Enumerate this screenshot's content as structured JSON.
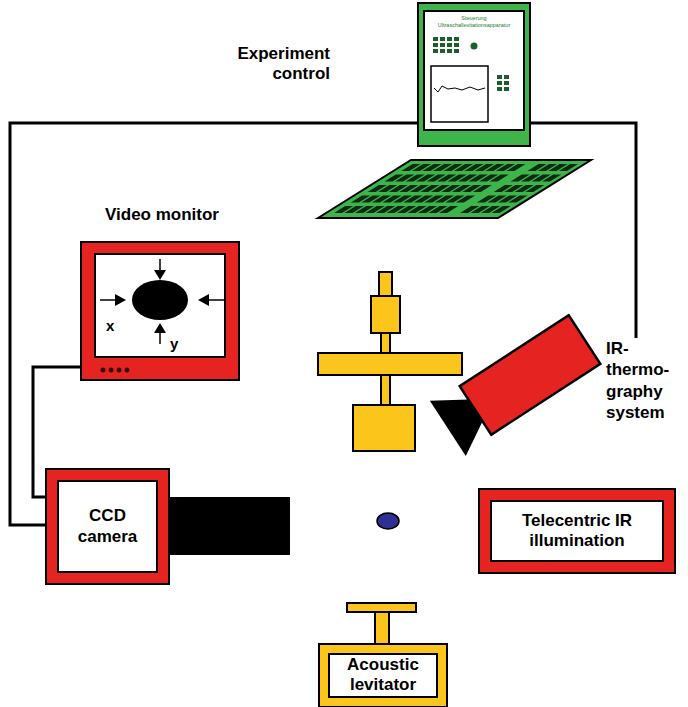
{
  "diagram": {
    "nodes": [
      {
        "text": [
          "Experiment control",
          "Steuerung Ultraschallevitationsapparatur"
        ]
      },
      {
        "text": [
          "Video monitor",
          "x",
          "y"
        ]
      },
      {
        "text": [
          "IR- thermo- graphy system"
        ]
      },
      {
        "text": [
          "CCD camera"
        ]
      },
      {
        "text": [
          "Telecentric IR illumination"
        ]
      },
      {
        "text": [
          "Acoustic levitator"
        ]
      }
    ],
    "edges": [
      {
        "from": 0,
        "to": 3,
        "arrow": "none"
      },
      {
        "from": 0,
        "to": 2,
        "arrow": "none"
      },
      {
        "from": 1,
        "to": 3,
        "arrow": "none"
      }
    ]
  }
}
